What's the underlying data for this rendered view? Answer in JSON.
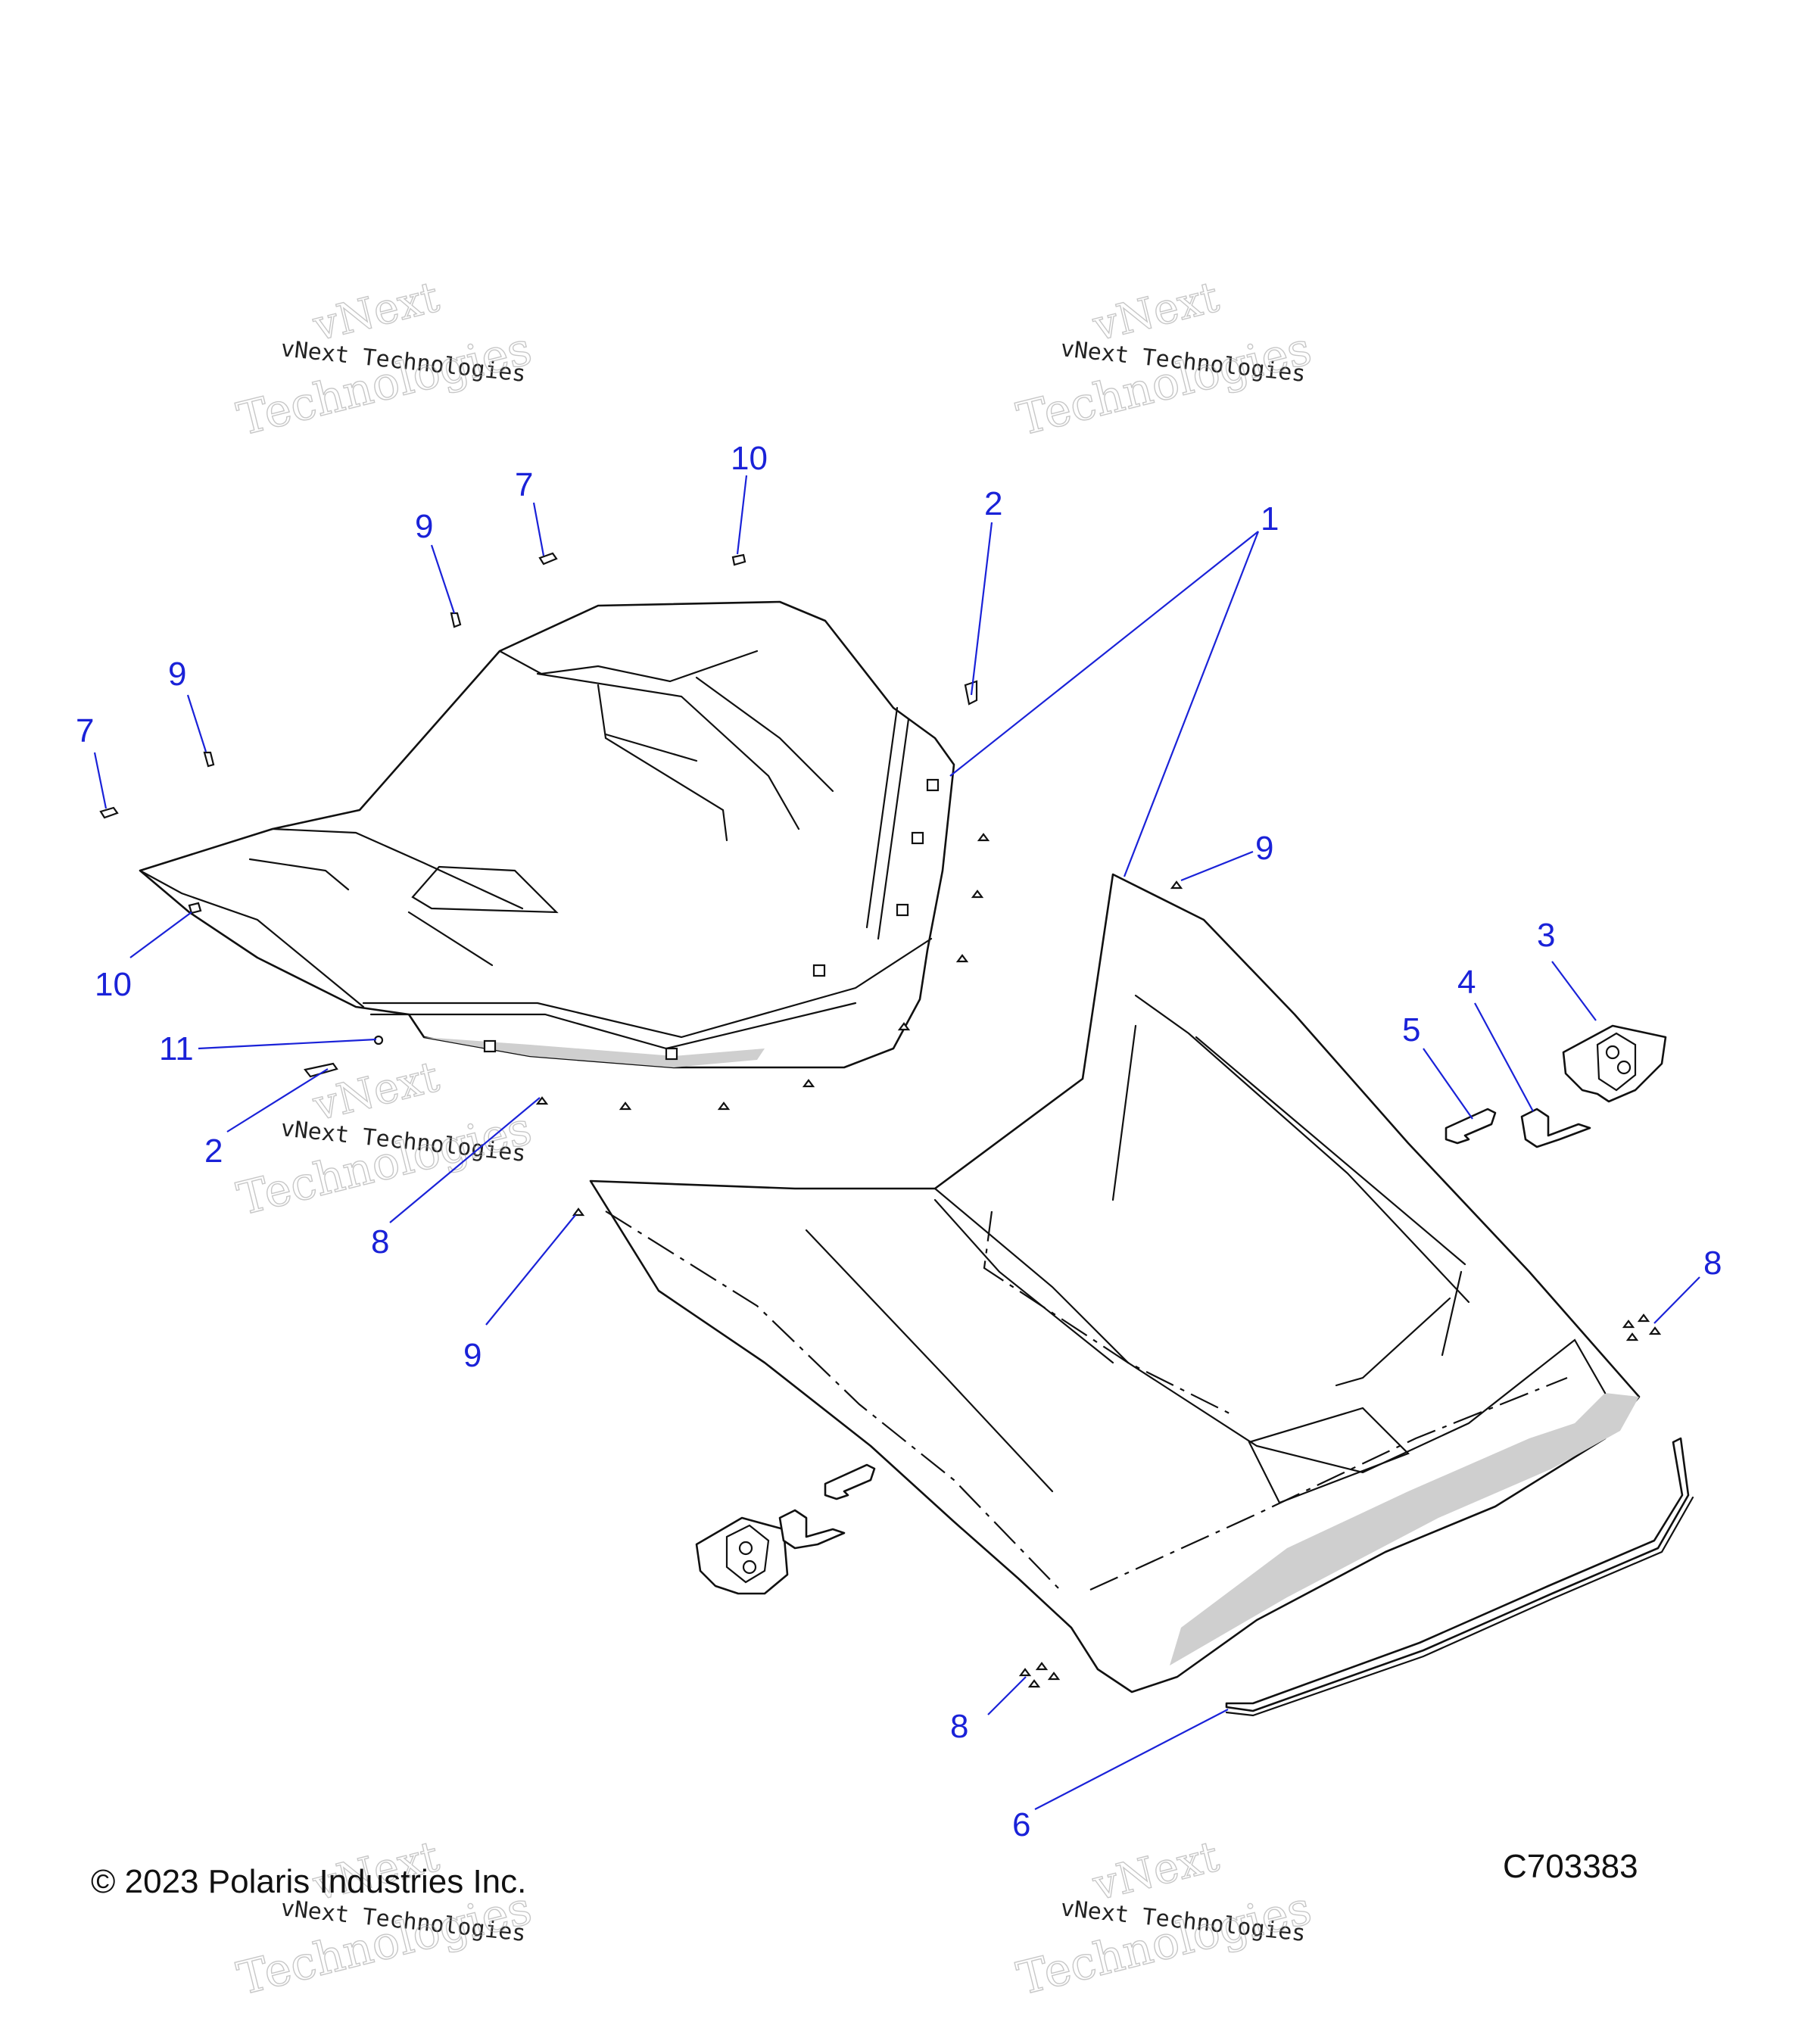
{
  "callouts": [
    {
      "label": "1"
    },
    {
      "label": "2"
    },
    {
      "label": "2"
    },
    {
      "label": "3"
    },
    {
      "label": "4"
    },
    {
      "label": "5"
    },
    {
      "label": "6"
    },
    {
      "label": "7"
    },
    {
      "label": "7"
    },
    {
      "label": "8"
    },
    {
      "label": "8"
    },
    {
      "label": "8"
    },
    {
      "label": "9"
    },
    {
      "label": "9"
    },
    {
      "label": "9"
    },
    {
      "label": "9"
    },
    {
      "label": "10"
    },
    {
      "label": "10"
    },
    {
      "label": "11"
    }
  ],
  "watermark": {
    "line1": "vNext",
    "line2": "vNext Technologies",
    "line3": "Technologies"
  },
  "footer": {
    "copyright": "© 2023 Polaris Industries Inc.",
    "figure_id": "C703383"
  }
}
